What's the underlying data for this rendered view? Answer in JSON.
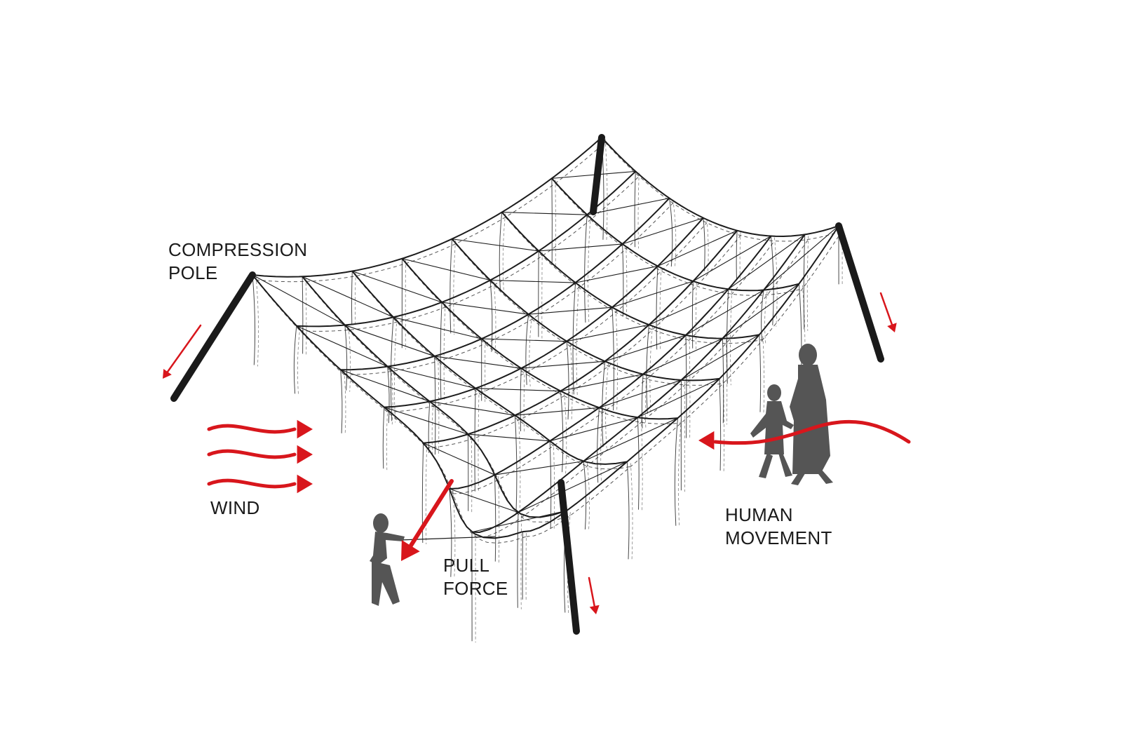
{
  "labels": {
    "compression_pole": [
      "COMPRESSION",
      "POLE"
    ],
    "wind": [
      "WIND"
    ],
    "pull_force": [
      "PULL",
      "FORCE"
    ],
    "human_movement": [
      "HUMAN",
      "MOVEMENT"
    ]
  },
  "colors": {
    "arrow": "#d8161c",
    "pole": "#1a1a1a",
    "net": "#1c1c1c",
    "silhouette": "#555555",
    "text": "#1a1a1a"
  },
  "icons": {
    "figure_pulling": "girl-pulling-silhouette",
    "figures_walking": "woman-and-child-silhouette"
  }
}
